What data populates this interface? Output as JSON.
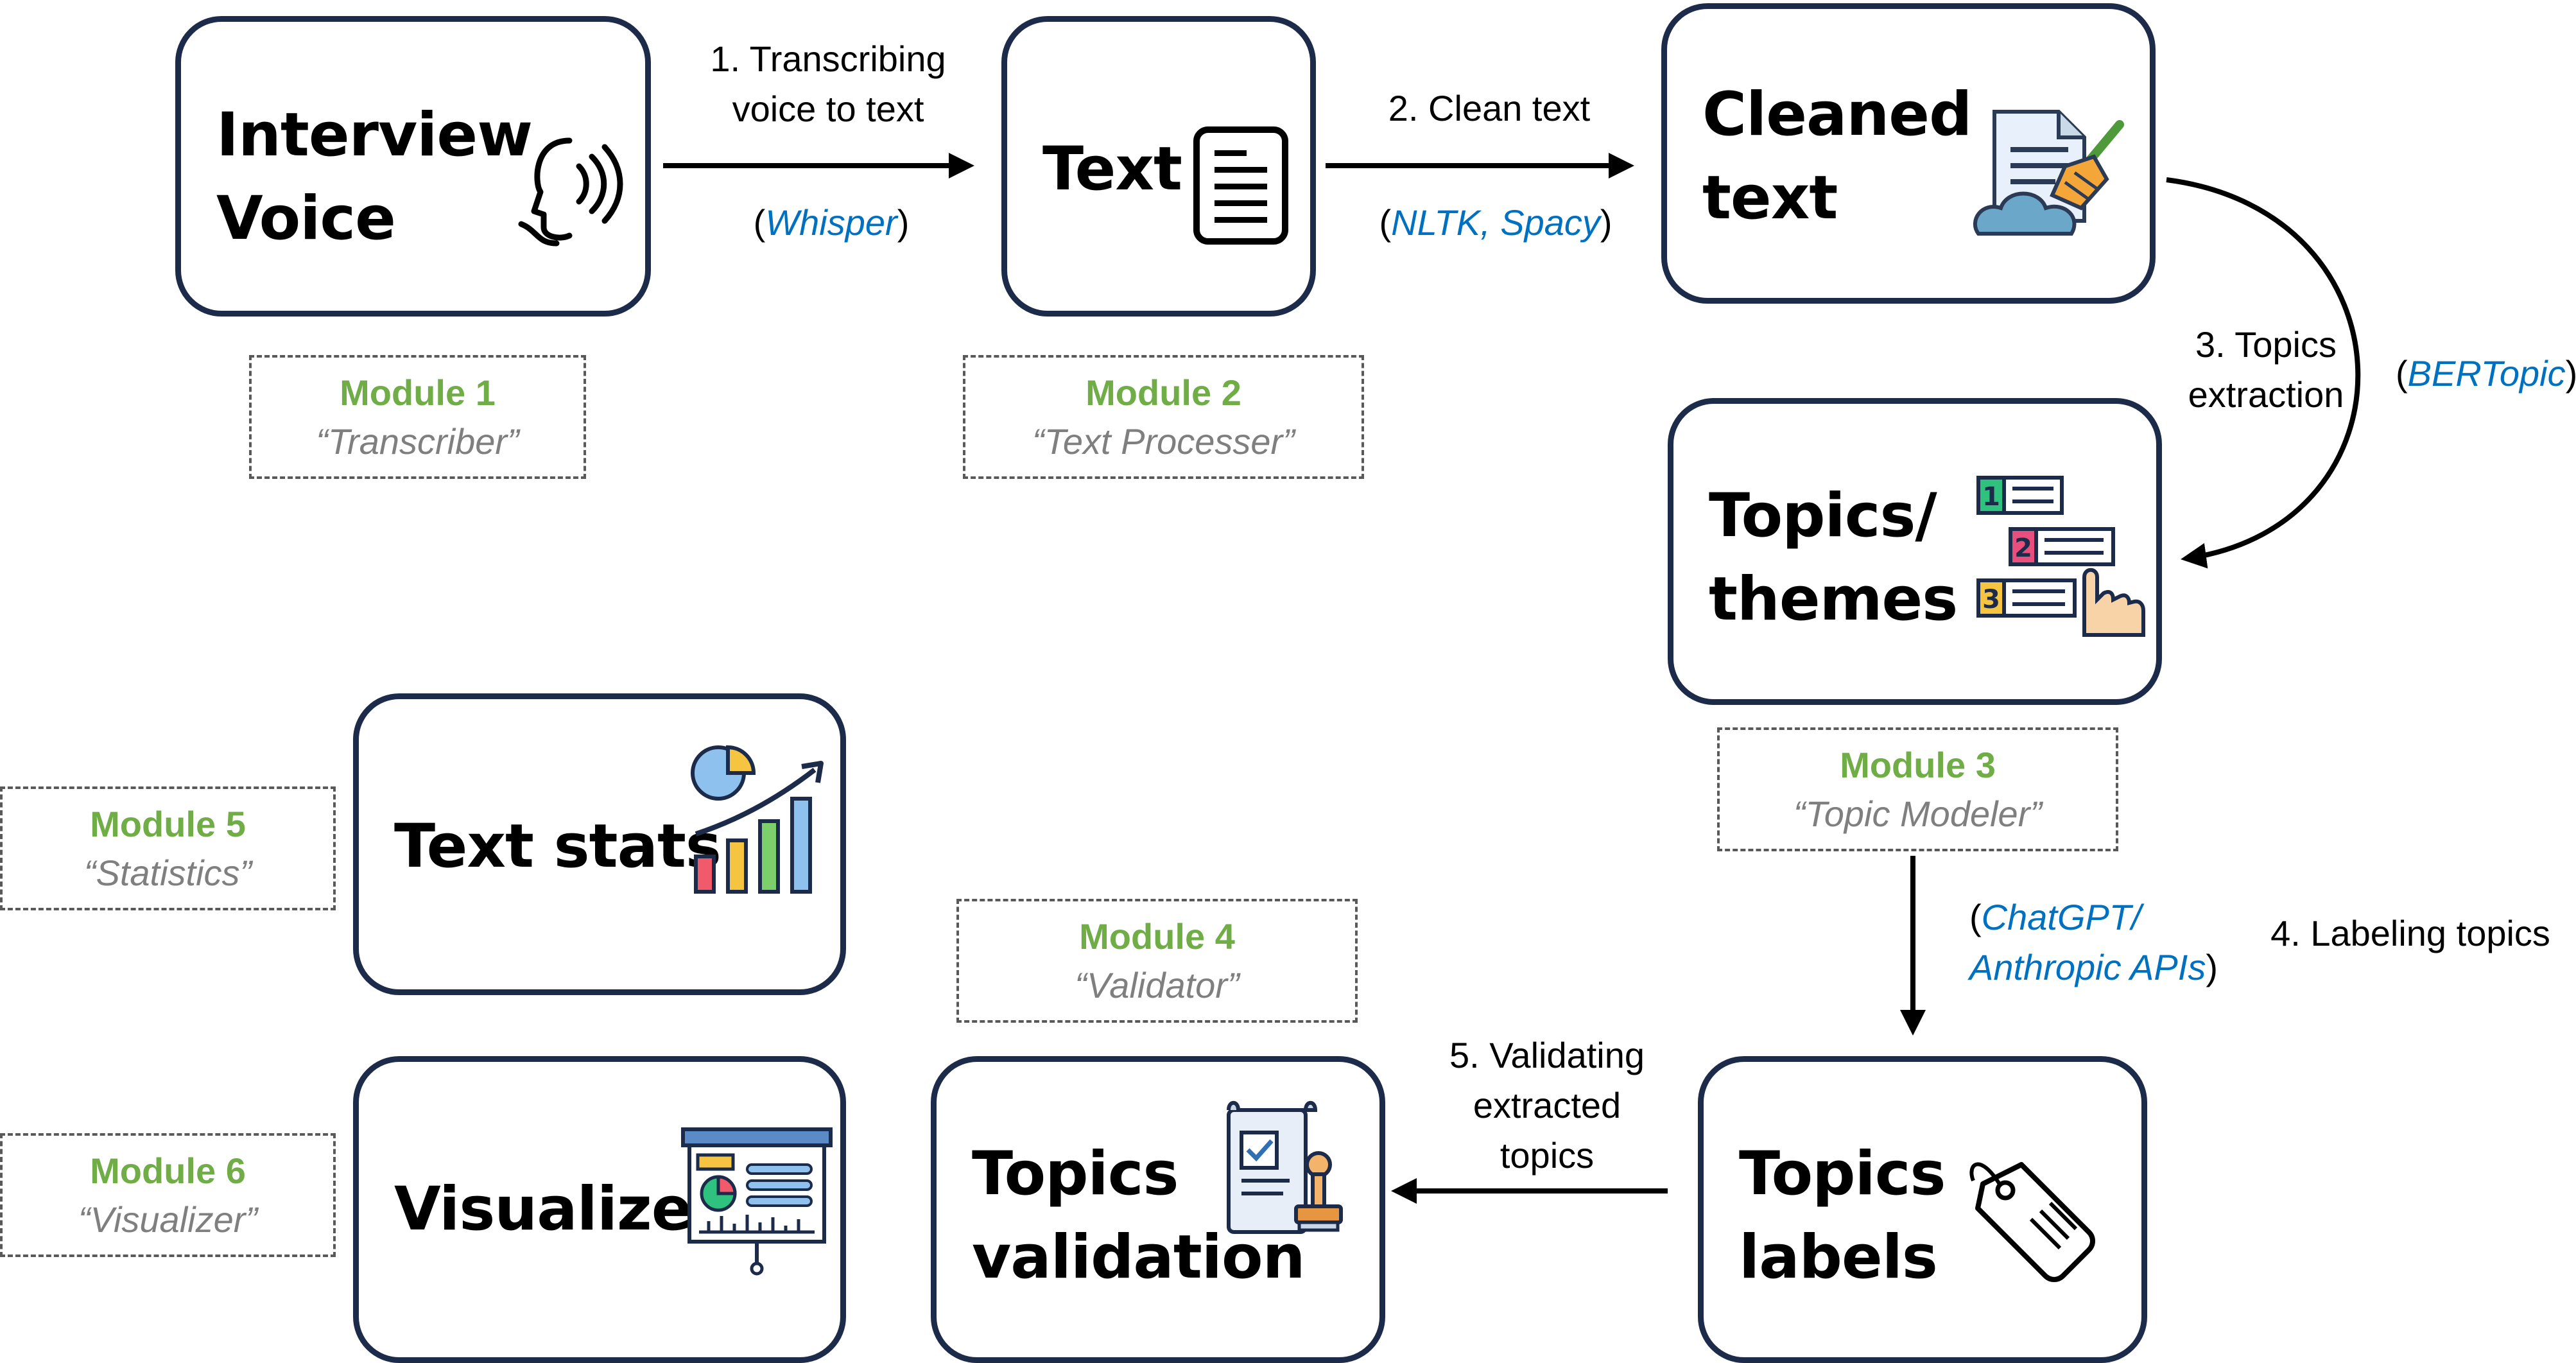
{
  "nodes": {
    "interview_voice": {
      "title": "Interview\nVoice",
      "icon": "speaking-head-icon"
    },
    "text": {
      "title": "Text",
      "icon": "document-icon"
    },
    "cleaned_text": {
      "title": "Cleaned\ntext",
      "icon": "broom-cleaning-icon"
    },
    "topics_themes": {
      "title": "Topics/\nthemes",
      "icon": "numbered-list-icon"
    },
    "topics_labels": {
      "title": "Topics\nlabels",
      "icon": "tag-icon"
    },
    "topics_validation": {
      "title": "Topics\nvalidation",
      "icon": "validation-stamp-icon"
    },
    "text_stats": {
      "title": "Text stats",
      "icon": "chart-growth-icon"
    },
    "visualizer": {
      "title": "Visualizer",
      "icon": "presentation-board-icon"
    }
  },
  "modules": [
    {
      "name": "Module 1",
      "alias": "“Transcriber”"
    },
    {
      "name": "Module 2",
      "alias": "“Text Processer”"
    },
    {
      "name": "Module 3",
      "alias": "“Topic Modeler”"
    },
    {
      "name": "Module 4",
      "alias": "“Validator”"
    },
    {
      "name": "Module 5",
      "alias": "“Statistics”"
    },
    {
      "name": "Module 6",
      "alias": "“Visualizer”"
    }
  ],
  "steps": {
    "s1": {
      "label": "1. Transcribing\nvoice to text",
      "tool_open": "(",
      "tool": "Whisper",
      "tool_close": ")"
    },
    "s2": {
      "label": "2. Clean text",
      "tool_open": "(",
      "tool": "NLTK, Spacy",
      "tool_close": ")"
    },
    "s3": {
      "label": "3. Topics\nextraction",
      "tool_open": "(",
      "tool": "BERTopic",
      "tool_close": ")"
    },
    "s4": {
      "label": "4. Labeling topics",
      "tool_open": "(",
      "tool": "ChatGPT/\nAnthropic APIs",
      "tool_close": ")"
    },
    "s5": {
      "label": "5. Validating\nextracted\ntopics"
    }
  },
  "colors": {
    "box_border": "#1c2b4a",
    "module_name": "#70ad47",
    "module_alias": "#7f7f7f",
    "tool_name": "#0070c0"
  }
}
